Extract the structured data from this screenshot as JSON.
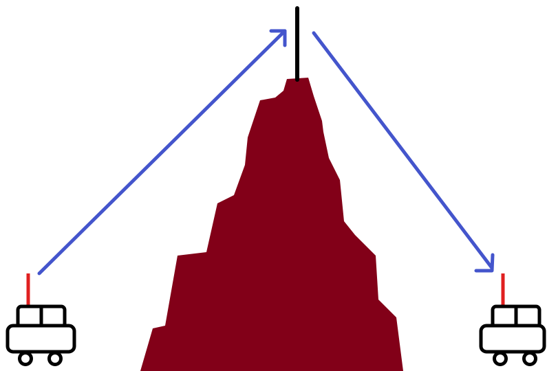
{
  "diagram": {
    "colors": {
      "background": "#ffffff",
      "mountain": "#820018",
      "arrow": "#4455cc",
      "repeater_mast": "#000000",
      "vehicle_antenna": "#e02020",
      "vehicle_outline": "#000000"
    },
    "elements": {
      "left_vehicle": "vehicle-icon",
      "right_vehicle": "vehicle-icon",
      "mountain": "mountain-shape",
      "repeater": "repeater-antenna",
      "uplink": "arrow",
      "downlink": "arrow"
    }
  }
}
